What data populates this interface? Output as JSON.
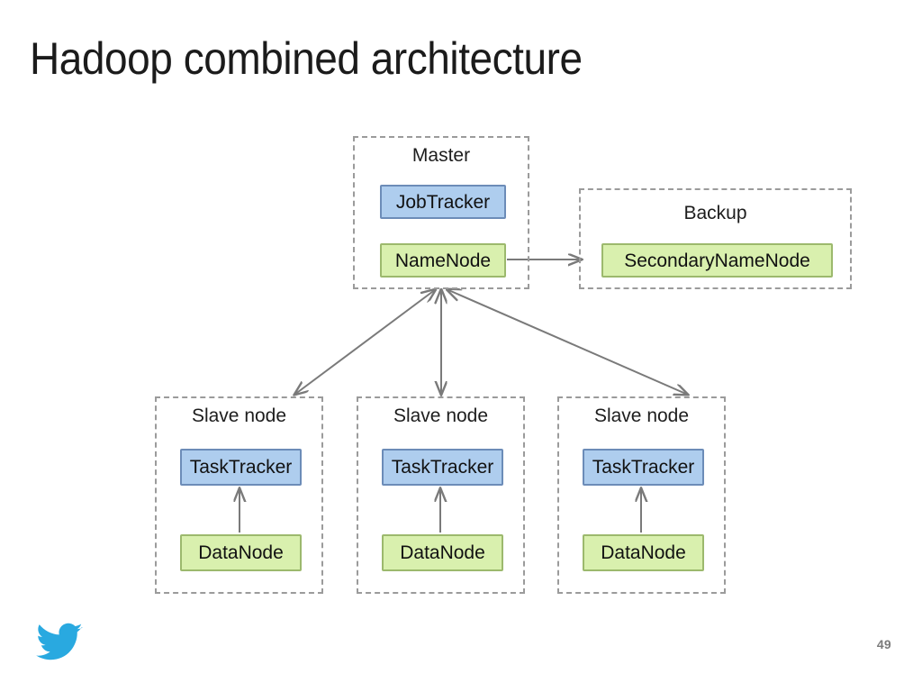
{
  "slide": {
    "title": "Hadoop combined architecture",
    "page_number": "49",
    "logo": "twitter-bird-icon",
    "background_color": "#ffffff",
    "title_color": "#1b1b1b",
    "page_number_color": "#7b7b7b",
    "logo_color": "#29a9e0"
  },
  "palette": {
    "blue_fill": "#aecdee",
    "blue_border": "#6c8cb8",
    "green_fill": "#d9f0ae",
    "green_border": "#9cb96d",
    "group_border": "#9b9b9b",
    "connector": "#7a7a7a"
  },
  "groups": {
    "master": {
      "label": "Master",
      "nodes": [
        {
          "label": "JobTracker",
          "color": "blue"
        },
        {
          "label": "NameNode",
          "color": "green"
        }
      ]
    },
    "backup": {
      "label": "Backup",
      "nodes": [
        {
          "label": "SecondaryNameNode",
          "color": "green"
        }
      ]
    },
    "slaves": [
      {
        "label": "Slave node",
        "nodes": [
          {
            "label": "TaskTracker",
            "color": "blue"
          },
          {
            "label": "DataNode",
            "color": "green"
          }
        ]
      },
      {
        "label": "Slave node",
        "nodes": [
          {
            "label": "TaskTracker",
            "color": "blue"
          },
          {
            "label": "DataNode",
            "color": "green"
          }
        ]
      },
      {
        "label": "Slave node",
        "nodes": [
          {
            "label": "TaskTracker",
            "color": "blue"
          },
          {
            "label": "DataNode",
            "color": "green"
          }
        ]
      }
    ]
  },
  "connections": [
    {
      "from": "NameNode",
      "to": "SecondaryNameNode",
      "style": "single-arrow"
    },
    {
      "from": "Master",
      "to": "Slave node 1",
      "style": "double-arrow"
    },
    {
      "from": "Master",
      "to": "Slave node 2",
      "style": "double-arrow"
    },
    {
      "from": "Master",
      "to": "Slave node 3",
      "style": "double-arrow"
    },
    {
      "from": "DataNode",
      "to": "TaskTracker",
      "style": "single-arrow"
    }
  ]
}
